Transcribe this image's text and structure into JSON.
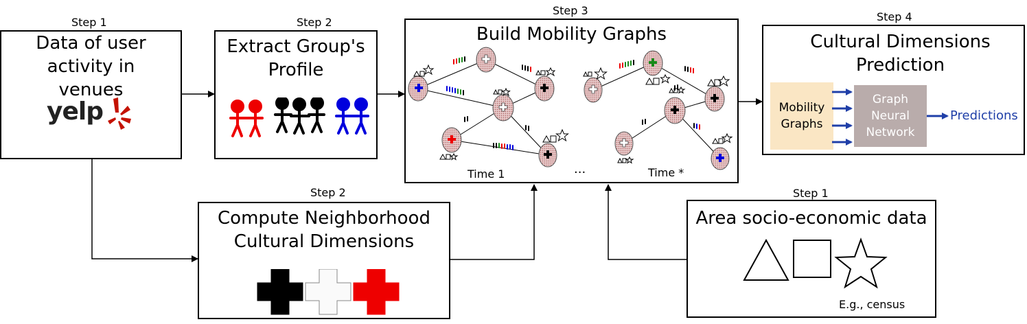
{
  "steps": {
    "data": "Step 1",
    "profile": "Step 2",
    "graphs": "Step 3",
    "prediction": "Step 4",
    "neighborhood": "Step 2",
    "socio": "Step 1"
  },
  "boxes": {
    "data_title": "Data of user activity in venues",
    "yelp_logo": "yelp",
    "profile_title": "Extract Group's Profile",
    "graphs_title": "Build Mobility Graphs",
    "time1": "Time 1",
    "ellipsis": "...",
    "time_star": "Time *",
    "prediction_title": "Cultural Dimensions Prediction",
    "mobility_graphs": "Mobility Graphs",
    "gnn": "Graph Neural Network",
    "predictions": "Predictions",
    "neighborhood_title": "Compute Neighborhood Cultural Dimensions",
    "socio_title": "Area socio-economic data",
    "census": "E.g., census"
  },
  "colors": {
    "red": "#ee0000",
    "blue": "#0000dd",
    "green": "#1a8a1a",
    "arrow_blue": "#1f3fa8",
    "mobility_bg": "#fae6c4",
    "gnn_bg": "#b9acab",
    "node_fill": "#d9b3b3",
    "predictions_text": "#1f3fa8"
  }
}
